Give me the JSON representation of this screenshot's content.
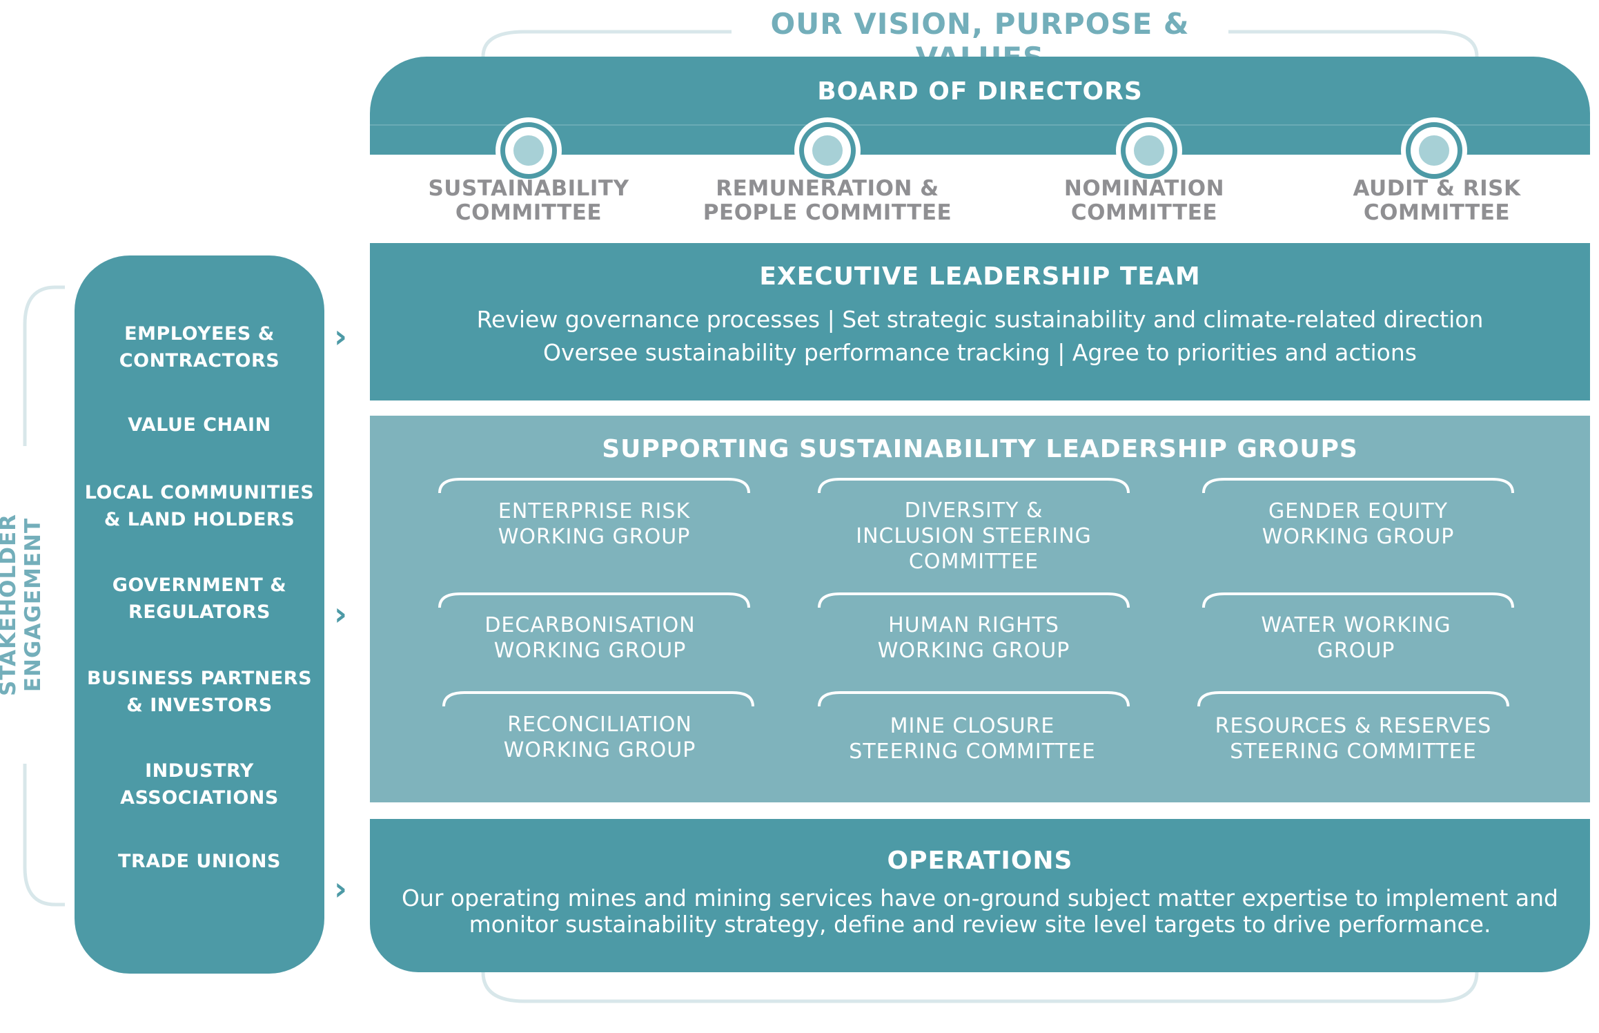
{
  "vision": {
    "title": "OUR VISION, PURPOSE & VALUES"
  },
  "board": {
    "title": "BOARD OF DIRECTORS",
    "committees": [
      {
        "line1": "SUSTAINABILITY",
        "line2": "COMMITTEE"
      },
      {
        "line1": "REMUNERATION &",
        "line2": "PEOPLE COMMITTEE"
      },
      {
        "line1": "NOMINATION",
        "line2": "COMMITTEE"
      },
      {
        "line1": "AUDIT & RISK",
        "line2": "COMMITTEE"
      }
    ]
  },
  "executive": {
    "title": "EXECUTIVE LEADERSHIP TEAM",
    "line1": "Review governance processes  |  Set strategic sustainability and climate-related direction",
    "line2": "Oversee sustainability performance tracking | Agree to priorities and actions"
  },
  "supporting": {
    "title": "SUPPORTING SUSTAINABILITY LEADERSHIP GROUPS",
    "groups": [
      {
        "lines": [
          "ENTERPRISE RISK",
          "WORKING GROUP"
        ]
      },
      {
        "lines": [
          "DIVERSITY &",
          "INCLUSION STEERING",
          "COMMITTEE"
        ]
      },
      {
        "lines": [
          "GENDER EQUITY",
          "WORKING GROUP"
        ]
      },
      {
        "lines": [
          "DECARBONISATION",
          "WORKING GROUP"
        ]
      },
      {
        "lines": [
          "HUMAN RIGHTS",
          "WORKING GROUP"
        ]
      },
      {
        "lines": [
          "WATER WORKING",
          "GROUP"
        ]
      },
      {
        "lines": [
          "RECONCILIATION",
          "WORKING GROUP"
        ]
      },
      {
        "lines": [
          "MINE CLOSURE",
          "STEERING COMMITTEE"
        ]
      },
      {
        "lines": [
          "RESOURCES & RESERVES",
          "STEERING COMMITTEE"
        ]
      }
    ]
  },
  "operations": {
    "title": "OPERATIONS",
    "line1": "Our operating mines and mining services have on-ground subject matter expertise to implement and",
    "line2": "monitor sustainability strategy, define and review site level targets to drive performance."
  },
  "stakeholders": {
    "label": "STAKEHOLDER ENGAGEMENT",
    "items": [
      {
        "lines": [
          "EMPLOYEES &",
          "CONTRACTORS"
        ]
      },
      {
        "lines": [
          "VALUE CHAIN"
        ]
      },
      {
        "lines": [
          "LOCAL COMMUNITIES",
          "& LAND HOLDERS"
        ]
      },
      {
        "lines": [
          "GOVERNMENT &",
          "REGULATORS"
        ]
      },
      {
        "lines": [
          "BUSINESS PARTNERS",
          "& INVESTORS"
        ]
      },
      {
        "lines": [
          "INDUSTRY",
          "ASSOCIATIONS"
        ]
      },
      {
        "lines": [
          "TRADE UNIONS"
        ]
      }
    ],
    "arrow_glyph": "›"
  },
  "colors": {
    "primary": "#4d9aa6",
    "support": "#7fb3bc",
    "accent_light": "#73aeba",
    "committee_text": "#8f8f92"
  }
}
